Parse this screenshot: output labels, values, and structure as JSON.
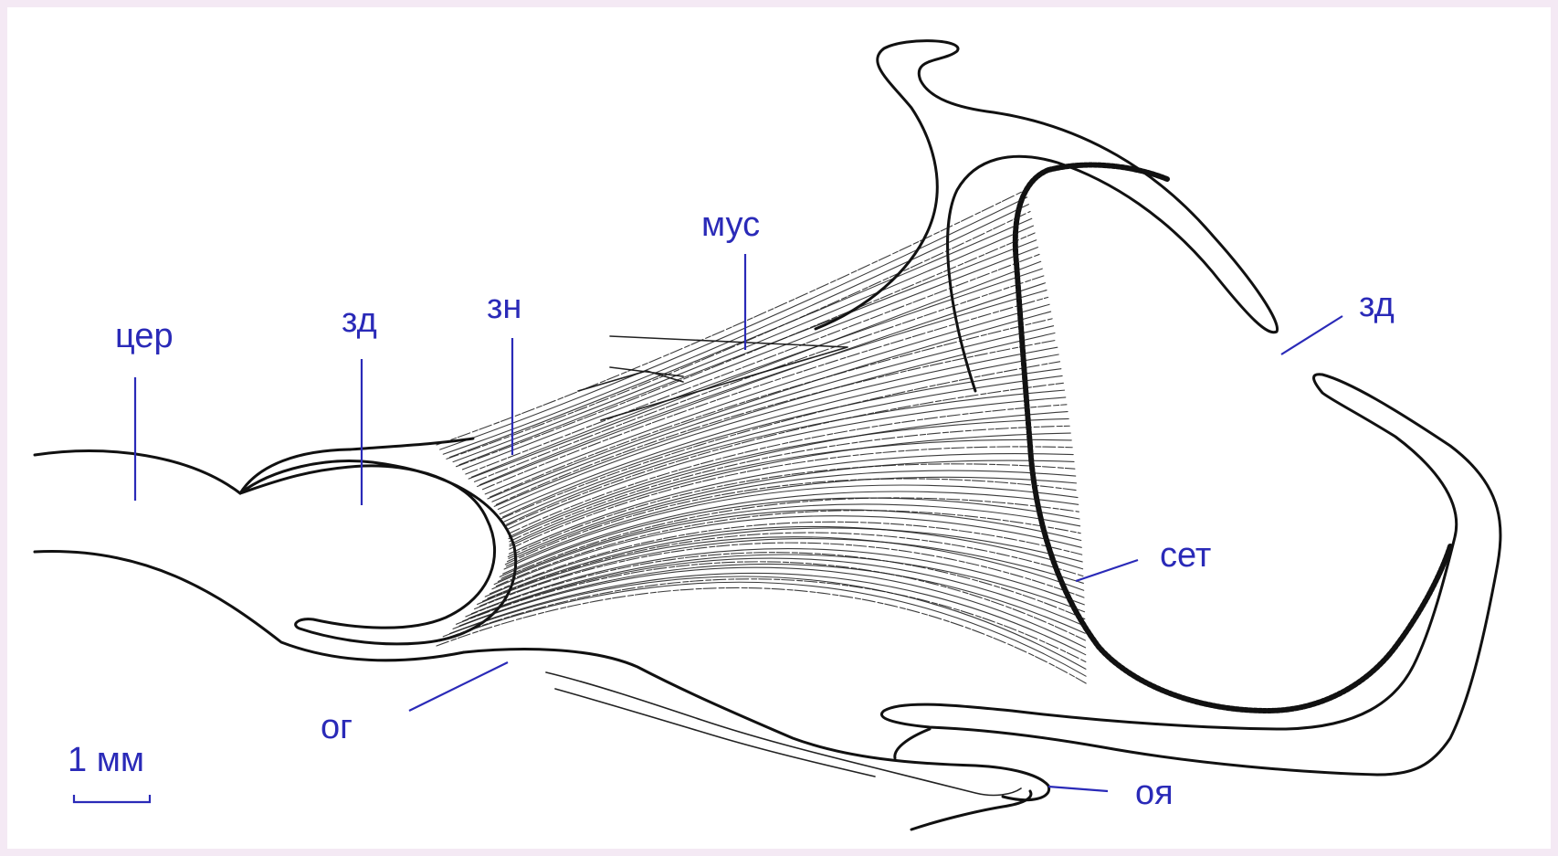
{
  "labels": {
    "cer": "цер",
    "zd_left": "зд",
    "zn": "зн",
    "mus": "мус",
    "zd_right": "зд",
    "set": "сет",
    "og": "ог",
    "oya": "оя"
  },
  "scale_bar": {
    "label": "1 мм"
  },
  "colors": {
    "label": "#2a2ab8",
    "line_art": "#111111",
    "frame": "#f4e9f4"
  }
}
